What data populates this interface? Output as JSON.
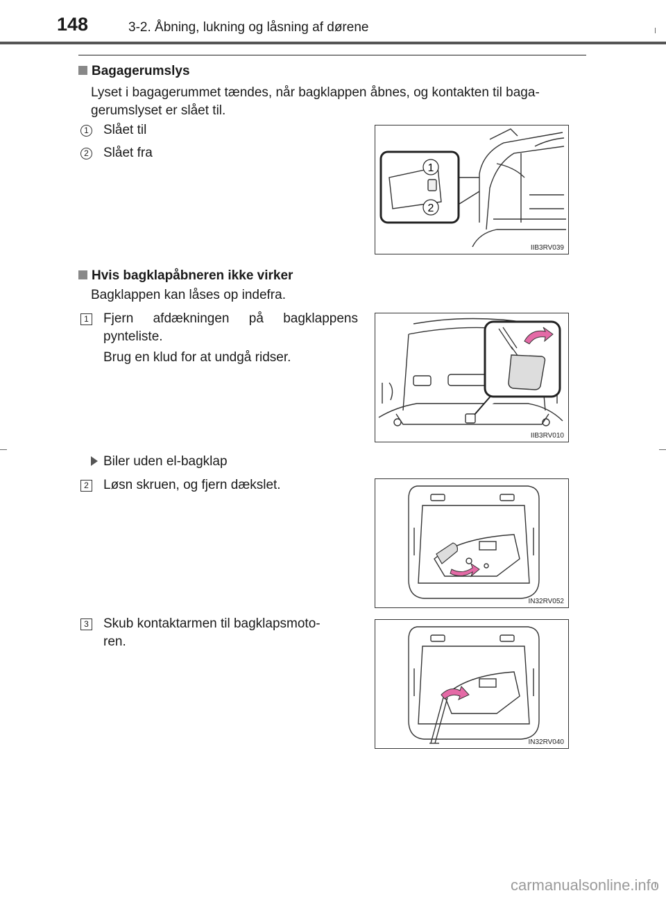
{
  "header": {
    "page_number": "148",
    "chapter": "3-2. Åbning, lukning og låsning af dørene"
  },
  "section1": {
    "title": "Bagagerumslys",
    "body": "Lyset i bagagerummet tændes, når bagklappen åbnes, og kontakten til baga-\ngerumslyset er slået til.",
    "items": [
      {
        "num": "1",
        "text": "Slået til"
      },
      {
        "num": "2",
        "text": "Slået fra"
      }
    ],
    "figure": {
      "code": "IIB3RV039",
      "callout1": "1",
      "callout2": "2"
    }
  },
  "section2": {
    "title": "Hvis bagklapåbneren ikke virker",
    "body": "Bagklappen kan låses op indefra.",
    "step1": {
      "num": "1",
      "text": "Fjern afdækningen på bagklappens pynteliste.",
      "note": "Brug en klud for at undgå ridser.",
      "figure_code": "IIB3RV010"
    },
    "subheading": "Biler uden el-bagklap",
    "step2": {
      "num": "2",
      "text": "Løsn skruen, og fjern dækslet.",
      "figure_code": "IN32RV052"
    },
    "step3": {
      "num": "3",
      "text": "Skub kontaktarmen til bagklapsmoto-\nren.",
      "figure_code": "IN32RV040"
    }
  },
  "colors": {
    "accent_pink": "#e46aa6",
    "text": "#1a1a1a",
    "header_bar": "#555555"
  },
  "watermark": "carmanualsonline.info"
}
